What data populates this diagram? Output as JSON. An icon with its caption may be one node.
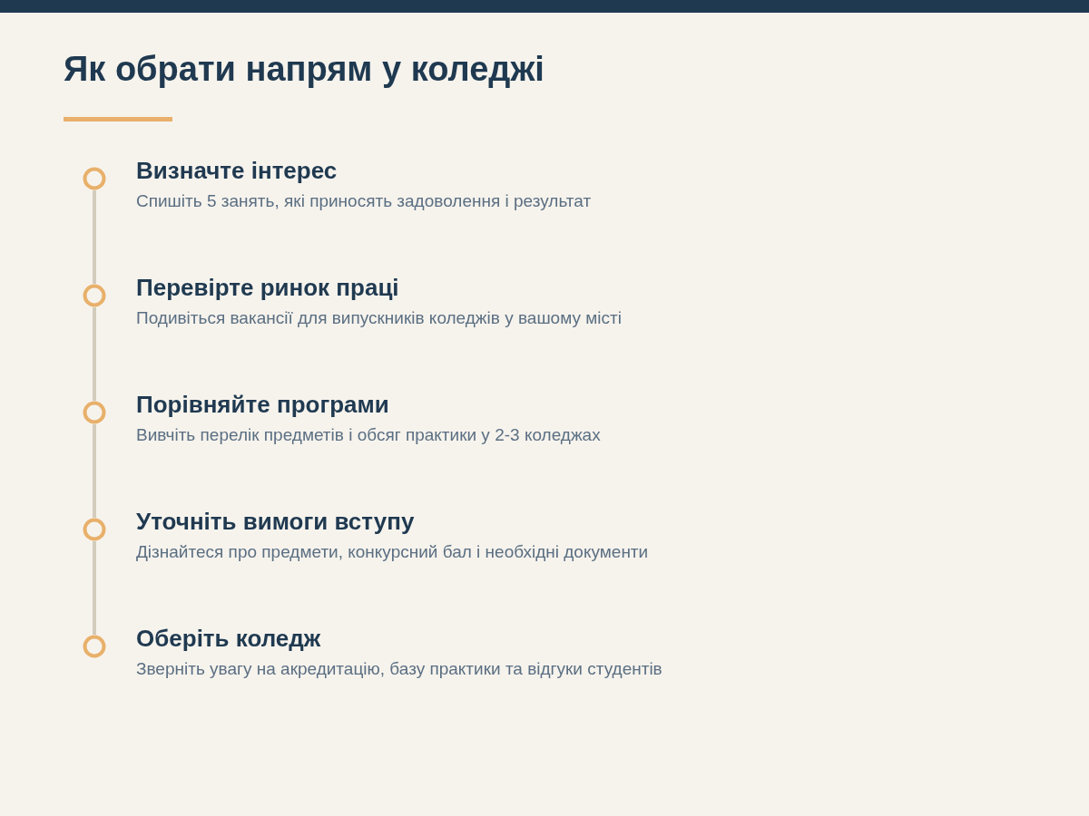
{
  "diagram": {
    "title": "Як обрати напрям у коледжі",
    "nodes": [
      {
        "text": [],
        "shape": "circle",
        "beside": [
          "Визначте інтерес",
          "Спишіть 5 занять, які приносять задоволення і результат"
        ]
      },
      {
        "text": [],
        "shape": "circle",
        "beside": [
          "Перевірте ринок праці",
          "Подивіться вакансії для випускників коледжів у вашому місті"
        ]
      },
      {
        "text": [],
        "shape": "circle",
        "beside": [
          "Порівняйте програми",
          "Вивчіть перелік предметів і обсяг практики у 2-3 коледжах"
        ]
      },
      {
        "text": [],
        "shape": "circle",
        "beside": [
          "Уточніть вимоги вступу",
          "Дізнайтеся про предмети, конкурсний бал і необхідні документи"
        ]
      },
      {
        "text": [],
        "shape": "circle",
        "beside": [
          "Оберіть коледж",
          "Зверніть увагу на акредитацію, базу практики та відгуки студентів"
        ]
      }
    ],
    "edges": [
      {
        "from": 0,
        "to": 1,
        "arrow": "none"
      },
      {
        "from": 1,
        "to": 2,
        "arrow": "none"
      },
      {
        "from": 2,
        "to": 3,
        "arrow": "none"
      },
      {
        "from": 3,
        "to": 4,
        "arrow": "none"
      }
    ]
  }
}
